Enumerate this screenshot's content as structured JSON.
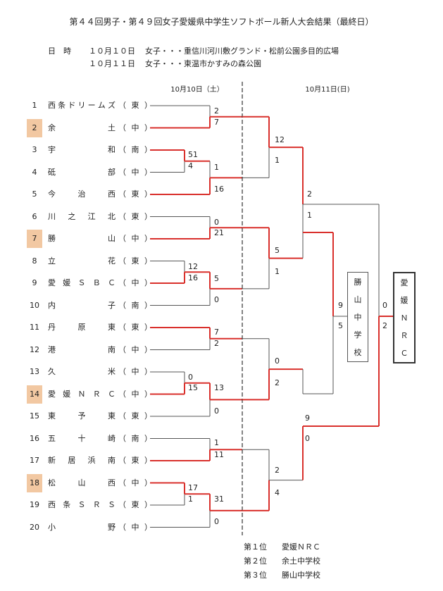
{
  "title": "第４４回男子・第４９回女子愛媛県中学生ソフトボール新人大会結果（最終日）",
  "schedule": {
    "label": "日　時",
    "line1_date": "１０月１０日",
    "line1_venue": "女子・・・重信川河川敷グランド・松前公園多目的広場",
    "line2_date": "１０月１１日",
    "line2_venue": "女子・・・東温市かすみの森公園"
  },
  "headers": {
    "day1": "10月10日（土）",
    "day2": "10月11日(日)"
  },
  "teams": [
    {
      "num": "1",
      "name": [
        "西",
        "条",
        "ド",
        "リ",
        "ー",
        "ム",
        "ズ"
      ],
      "pref": "東",
      "seed": false
    },
    {
      "num": "2",
      "name": [
        "余",
        "土"
      ],
      "pref": "中",
      "seed": true
    },
    {
      "num": "3",
      "name": [
        "宇",
        "和"
      ],
      "pref": "南",
      "seed": false
    },
    {
      "num": "4",
      "name": [
        "砥",
        "部"
      ],
      "pref": "中",
      "seed": false
    },
    {
      "num": "5",
      "name": [
        "今",
        "治",
        "西"
      ],
      "pref": "東",
      "seed": false
    },
    {
      "num": "6",
      "name": [
        "川",
        "之",
        "江",
        "北"
      ],
      "pref": "東",
      "seed": false
    },
    {
      "num": "7",
      "name": [
        "勝",
        "山"
      ],
      "pref": "中",
      "seed": true
    },
    {
      "num": "8",
      "name": [
        "立",
        "花"
      ],
      "pref": "東",
      "seed": false
    },
    {
      "num": "9",
      "name": [
        "愛",
        "媛",
        "Ｓ",
        "Ｂ",
        "Ｃ"
      ],
      "pref": "中",
      "seed": false
    },
    {
      "num": "10",
      "name": [
        "内",
        "子"
      ],
      "pref": "南",
      "seed": false
    },
    {
      "num": "11",
      "name": [
        "丹",
        "原",
        "東"
      ],
      "pref": "東",
      "seed": false
    },
    {
      "num": "12",
      "name": [
        "港",
        "南"
      ],
      "pref": "中",
      "seed": false
    },
    {
      "num": "13",
      "name": [
        "久",
        "米"
      ],
      "pref": "中",
      "seed": false
    },
    {
      "num": "14",
      "name": [
        "愛",
        "媛",
        "Ｎ",
        "Ｒ",
        "Ｃ"
      ],
      "pref": "中",
      "seed": true
    },
    {
      "num": "15",
      "name": [
        "東",
        "予",
        "東"
      ],
      "pref": "東",
      "seed": false
    },
    {
      "num": "16",
      "name": [
        "五",
        "十",
        "崎"
      ],
      "pref": "南",
      "seed": false
    },
    {
      "num": "17",
      "name": [
        "新",
        "居",
        "浜",
        "南"
      ],
      "pref": "東",
      "seed": false
    },
    {
      "num": "18",
      "name": [
        "松",
        "山",
        "西"
      ],
      "pref": "中",
      "seed": true
    },
    {
      "num": "19",
      "name": [
        "西",
        "条",
        "Ｓ",
        "Ｒ",
        "Ｓ"
      ],
      "pref": "東",
      "seed": false
    },
    {
      "num": "20",
      "name": [
        "小",
        "野"
      ],
      "pref": "中",
      "seed": false
    }
  ],
  "scores": [
    "2",
    "7",
    "51",
    "4",
    "1",
    "16",
    "0",
    "21",
    "12",
    "16",
    "5",
    "0",
    "7",
    "2",
    "0",
    "15",
    "13",
    "0",
    "1",
    "11",
    "17",
    "1",
    "31",
    "0",
    "12",
    "1",
    "5",
    "1",
    "0",
    "2",
    "9",
    "0",
    "2",
    "4",
    "2",
    "1",
    "9",
    "5",
    "0",
    "2"
  ],
  "runner_up_box": [
    "勝",
    "山",
    "中",
    "学",
    "校"
  ],
  "champion_box": [
    "愛",
    "媛",
    "Ｎ",
    "Ｒ",
    "Ｃ"
  ],
  "results": [
    {
      "rank": "第１位",
      "team": "愛媛ＮＲＣ"
    },
    {
      "rank": "第２位",
      "team": "余土中学校"
    },
    {
      "rank": "第３位",
      "team": "勝山中学校"
    }
  ],
  "colors": {
    "win": "#d9302c",
    "lose": "#555555",
    "seed_bg": "#f2c8a2"
  }
}
